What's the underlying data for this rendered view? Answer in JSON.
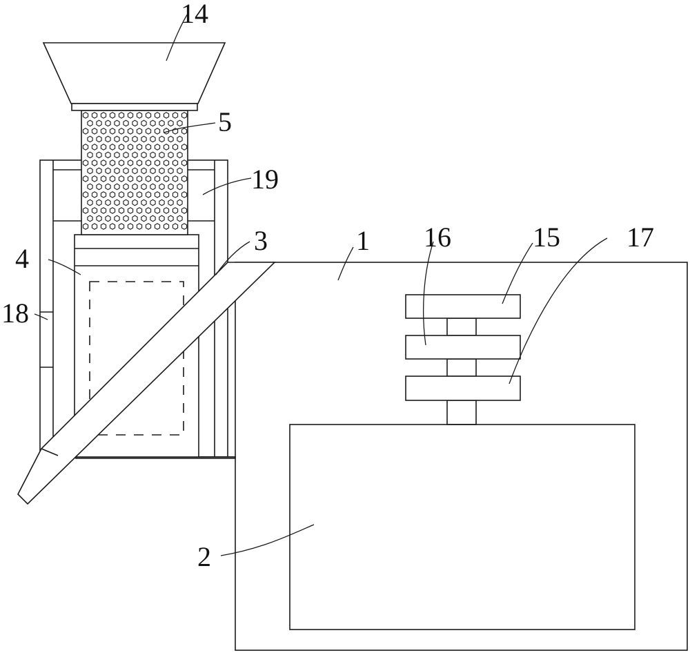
{
  "labels": {
    "l1": "1",
    "l2": "2",
    "l3": "3",
    "l4": "4",
    "l5": "5",
    "l14": "14",
    "l15": "15",
    "l16": "16",
    "l17": "17",
    "l18": "18",
    "l19": "19"
  },
  "colors": {
    "line": "#1a1a1a",
    "background": "#ffffff"
  }
}
